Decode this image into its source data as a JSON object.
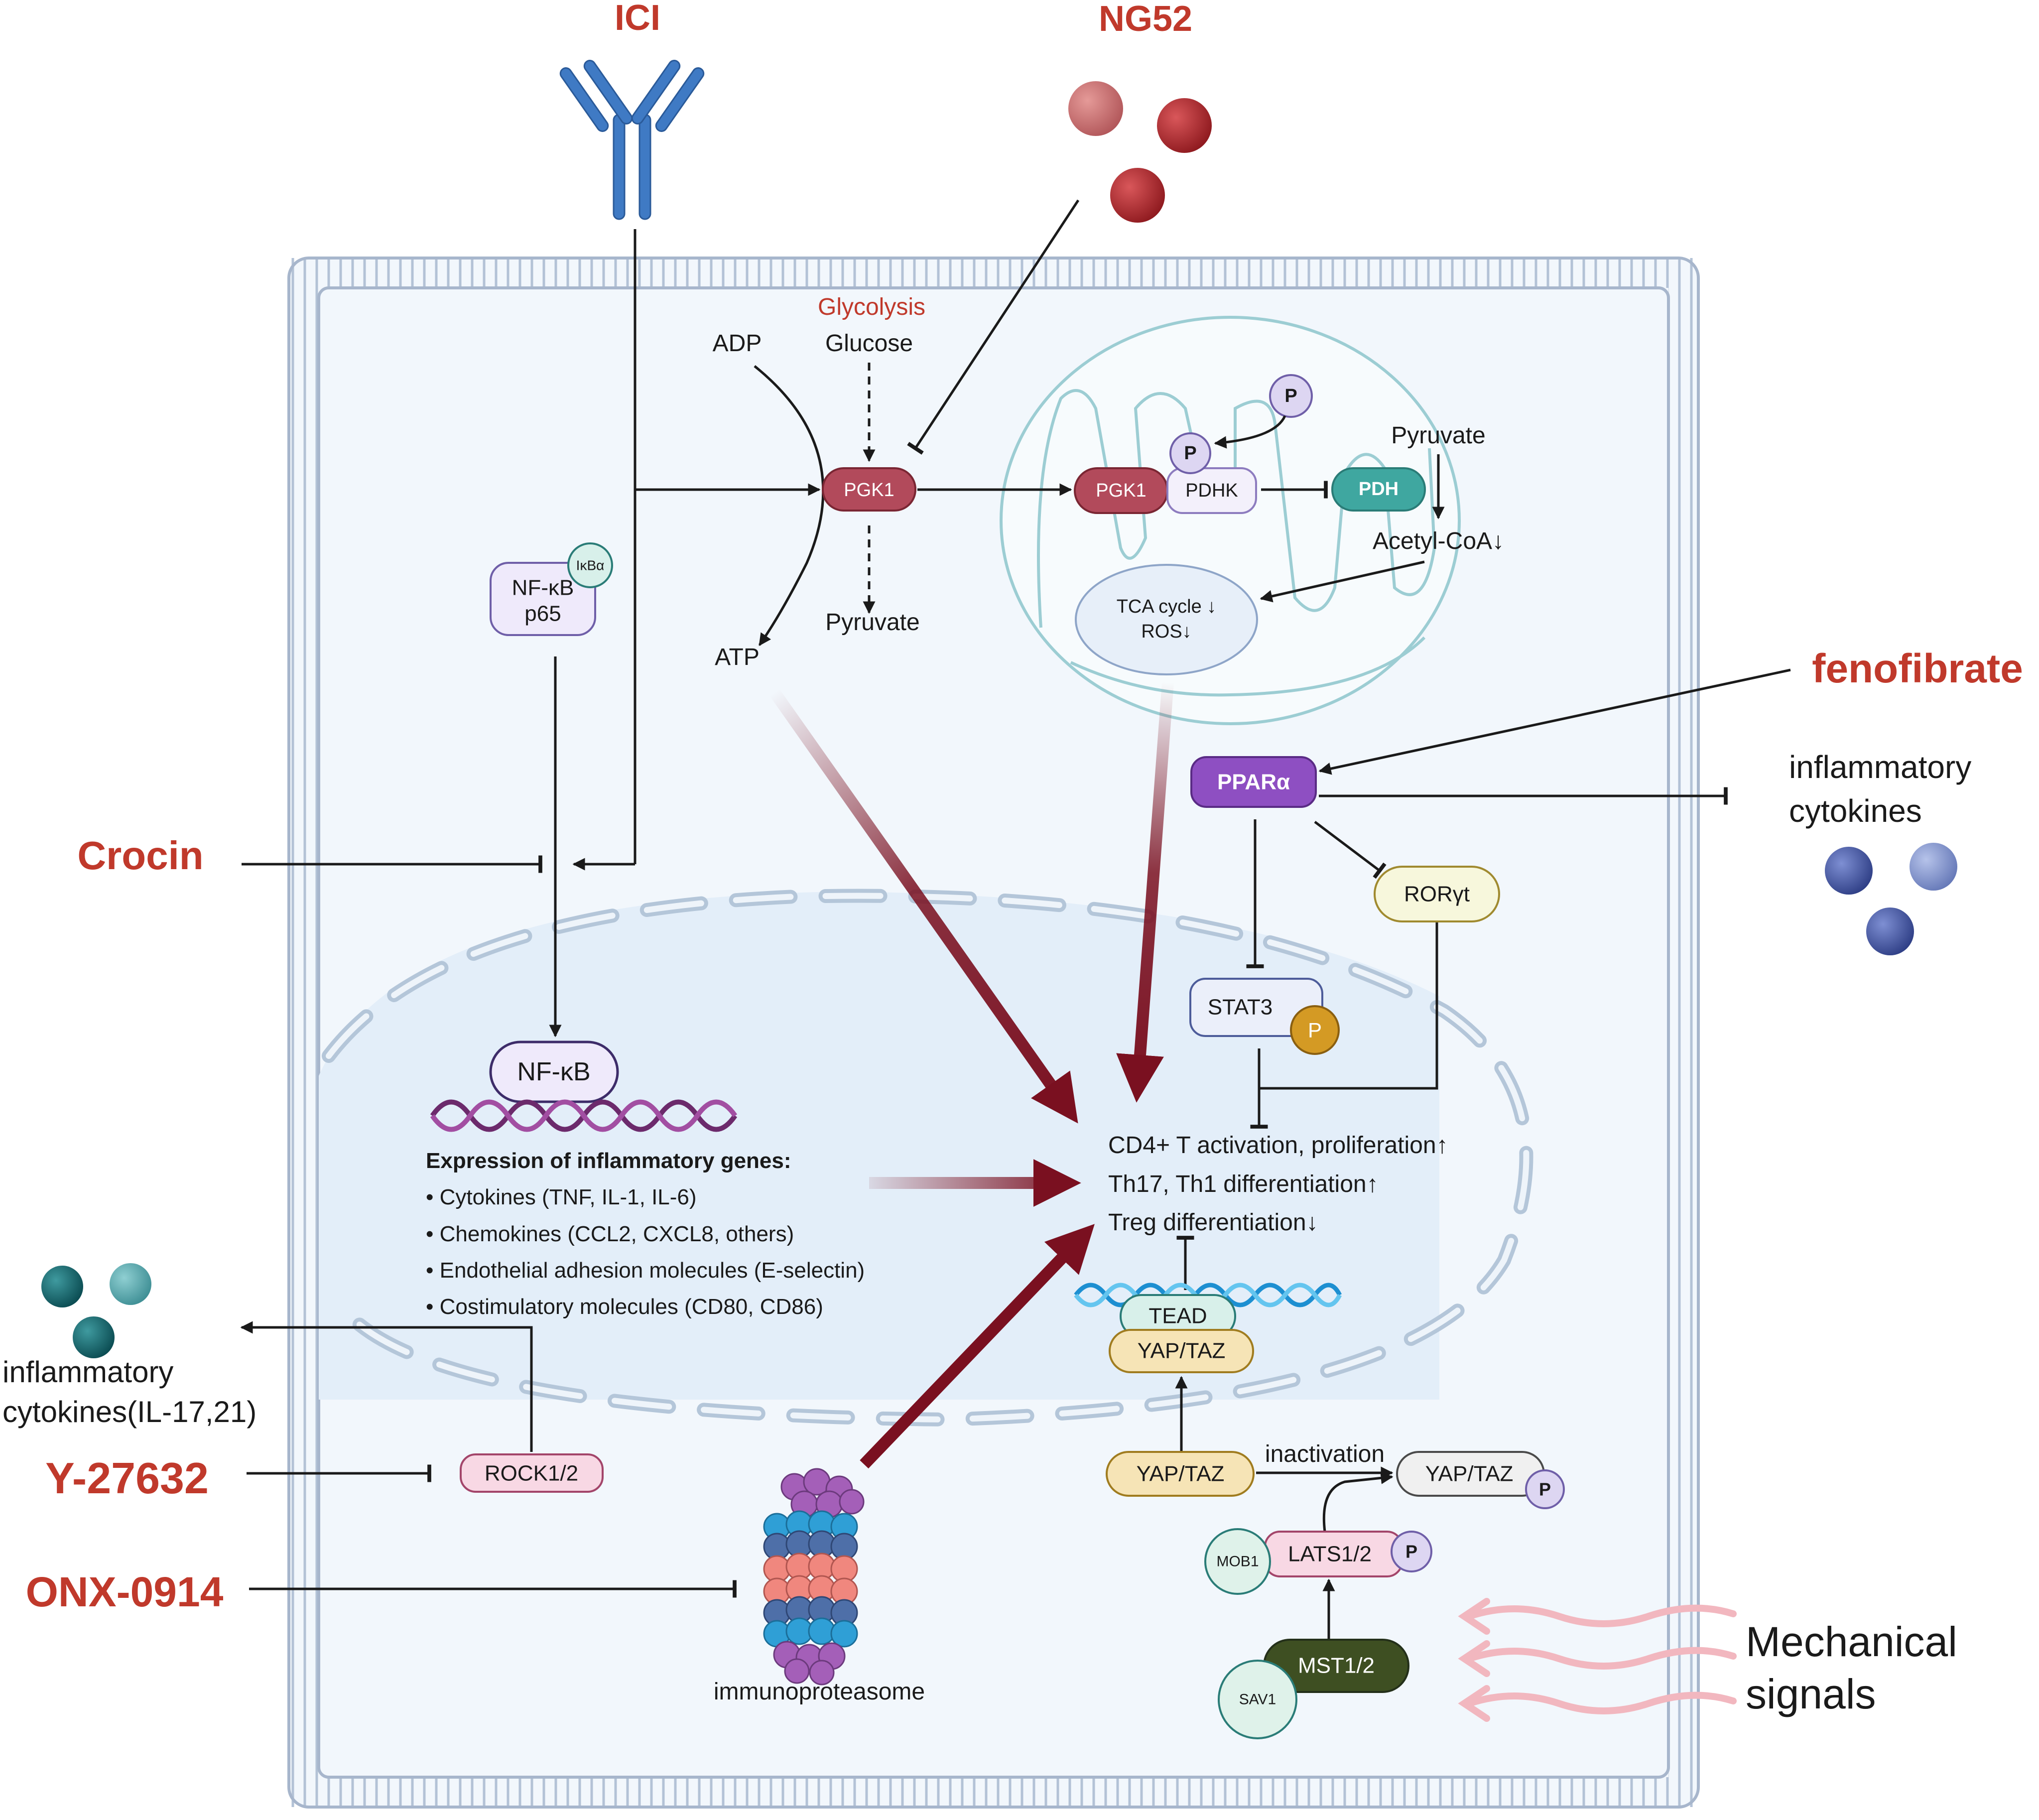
{
  "drugs": {
    "ici": "ICI",
    "ng52": "NG52",
    "crocin": "Crocin",
    "fenofibrate": "fenofibrate",
    "y27632": "Y-27632",
    "onx0914": "ONX-0914"
  },
  "glycolysis": {
    "title": "Glycolysis",
    "glucose": "Glucose",
    "adp": "ADP",
    "atp": "ATP",
    "pyruvate": "Pyruvate",
    "pgk1": "PGK1"
  },
  "mito": {
    "pgk1": "PGK1",
    "pdhk": "PDHK",
    "pdh": "PDH",
    "p_top": "P",
    "p_pdhk": "P",
    "pyruvate": "Pyruvate",
    "acetyl": "Acetyl-CoA↓",
    "tca_line1": "TCA cycle ↓",
    "tca_line2": "ROS↓"
  },
  "nfkb": {
    "ikba": "IκBα",
    "complex_line1": "NF-κB",
    "complex_line2": "p65",
    "nuclear": "NF-κB"
  },
  "genes": {
    "title": "Expression of inflammatory genes:",
    "items": [
      "• Cytokines (TNF, IL-1, IL-6)",
      "• Chemokines (CCL2, CXCL8, others)",
      "• Endothelial adhesion molecules (E-selectin)",
      "• Costimulatory molecules (CD80, CD86)"
    ]
  },
  "ppar": {
    "ppara": "PPARα",
    "rorgt": "RORγt",
    "stat3": "STAT3",
    "p": "P",
    "cytokines_line1": "inflammatory",
    "cytokines_line2": "cytokines"
  },
  "outcome": {
    "line1": "CD4+ T activation, proliferation↑",
    "line2": "Th17, Th1 differentiation↑",
    "line3": "Treg differentiation↓"
  },
  "hippo": {
    "tead": "TEAD",
    "yaptaz_nuc": "YAP/TAZ",
    "yaptaz": "YAP/TAZ",
    "inactivation": "inactivation",
    "yaptaz_p": "YAP/TAZ",
    "p_yap": "P",
    "mob1": "MOB1",
    "lats": "LATS1/2",
    "p_lats": "P",
    "mst": "MST1/2",
    "sav1": "SAV1",
    "mech_line1": "Mechanical",
    "mech_line2": "signals"
  },
  "rock": {
    "rock": "ROCK1/2",
    "cytokines_line1": "inflammatory",
    "cytokines_line2": "cytokines(IL-17,21)"
  },
  "proteasome": {
    "label": "immunoproteasome"
  },
  "colors": {
    "drug_red": "#c0392b",
    "pgk1": "#b24a5b",
    "pdh": "#3fa7a0",
    "ppara": "#8e4fc2",
    "arrow_dark_red": "#7a1020",
    "mst": "#3e4f22",
    "stat3_p": "#d49a24"
  }
}
